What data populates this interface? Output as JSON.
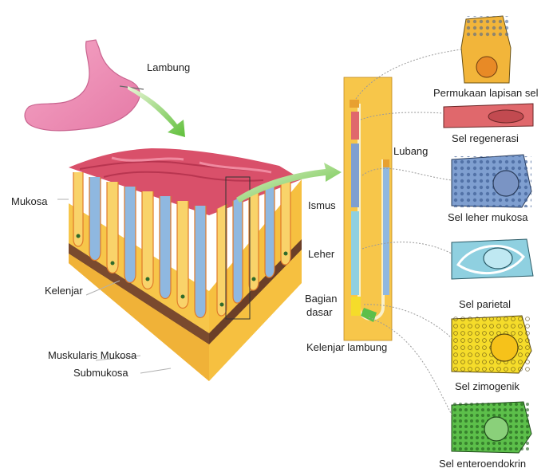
{
  "labels": {
    "lambung": "Lambung",
    "mukosa": "Mukosa",
    "kelenjar": "Kelenjar",
    "muskularis": "Muskularis Mukosa",
    "submukosa": "Submukosa",
    "lubang": "Lubang",
    "ismus": "Ismus",
    "leher": "Leher",
    "bagian": "Bagian",
    "dasar": "dasar",
    "kelenjar_lambung": "Kelenjar lambung"
  },
  "cells": [
    {
      "id": "permukaan",
      "label": "Permukaan lapisan sel",
      "color": "#f2b53a"
    },
    {
      "id": "regenerasi",
      "label": "Sel regenerasi",
      "color": "#e0686c"
    },
    {
      "id": "leher-mukosa",
      "label": "Sel leher mukosa",
      "color": "#7f9fd0"
    },
    {
      "id": "parietal",
      "label": "Sel parietal",
      "color": "#8fd0e0"
    },
    {
      "id": "zimogenik",
      "label": "Sel zimogenik",
      "color": "#f5dc2a"
    },
    {
      "id": "enteroendokrin",
      "label": "Sel enteroendokrin",
      "color": "#5cbf4a"
    }
  ]
}
